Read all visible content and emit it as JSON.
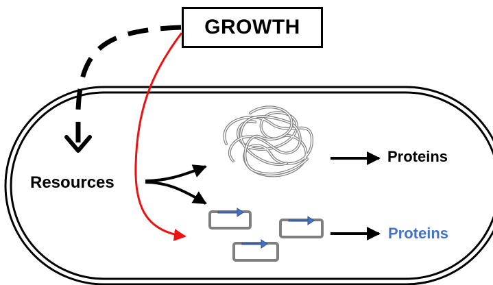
{
  "growth_label": "GROWTH",
  "resources_label": "Resources",
  "proteins_label_host": "Proteins",
  "proteins_label_plasmid": "Proteins",
  "colors": {
    "outline": "#000000",
    "growth_effect_arrow": "#ee1111",
    "chromosome_strand": "#7f7f7f",
    "plasmid_outline": "#7f7f7f",
    "gene_arrow": "#4472c4",
    "plasmid_proteins_text": "#4472c4"
  }
}
